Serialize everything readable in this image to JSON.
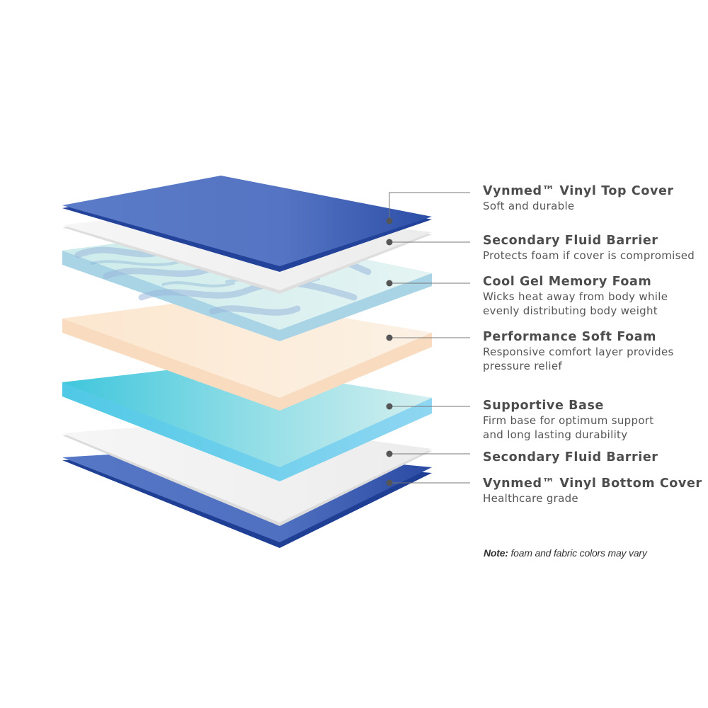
{
  "layers": [
    {
      "title": "Vynmed™ Vinyl Top Cover",
      "desc": [
        "Soft and durable"
      ]
    },
    {
      "title": "Secondary Fluid Barrier",
      "desc": [
        "Protects foam if cover is compromised"
      ]
    },
    {
      "title": "Cool Gel Memory Foam",
      "desc": [
        "Wicks heat away from body while",
        "evenly distributing body weight"
      ]
    },
    {
      "title": "Performance Soft Foam",
      "desc": [
        "Responsive comfort layer provides",
        "pressure relief"
      ]
    },
    {
      "title": "Supportive Base",
      "desc": [
        "Firm base for optimum support",
        "and long lasting durability"
      ]
    },
    {
      "title": "Secondary Fluid Barrier",
      "desc": []
    },
    {
      "title": "Vynmed™ Vinyl Bottom Cover",
      "desc": [
        "Healthcare grade"
      ]
    }
  ],
  "note": {
    "label": "Note:",
    "text": "foam and fabric colors may vary"
  },
  "colors": {
    "vinyl_blue_dark": "#2b4ea6",
    "vinyl_blue_light": "#5a7cc8",
    "barrier_white": "#f4f4f4",
    "gel_green": "#d6efee",
    "gel_swirl": "#9cb8dc",
    "soft_foam": "#fbecd6",
    "base_cyan": "#53cde0",
    "leader_line": "#777777",
    "dot": "#555555"
  }
}
